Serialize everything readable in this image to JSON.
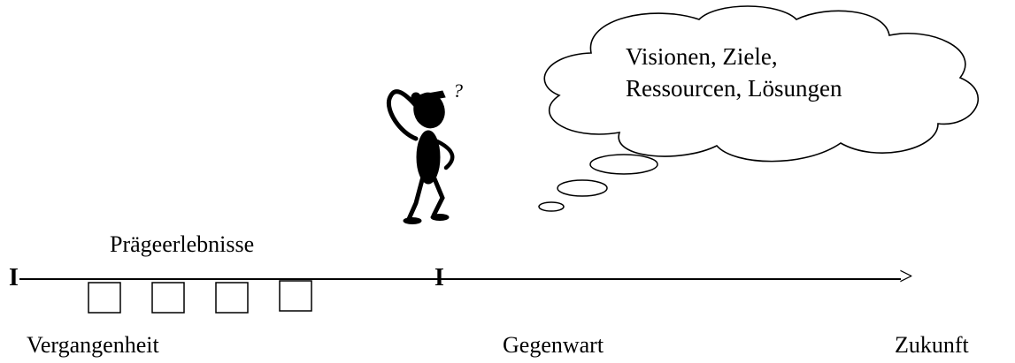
{
  "cloud": {
    "line1": "Visionen, Ziele,",
    "line2": "Ressourcen, Lösungen"
  },
  "timeline": {
    "start_mark": "I",
    "present_mark": "I",
    "arrow_head": ">",
    "imprint_label": "Prägeerlebnisse",
    "past_label": "Vergangenheit",
    "present_label": "Gegenwart",
    "future_label": "Zukunft"
  },
  "figure": {
    "thought_symbol": "?",
    "icon": "thinking-person-icon"
  },
  "colors": {
    "ink": "#000000",
    "paper": "#ffffff"
  }
}
